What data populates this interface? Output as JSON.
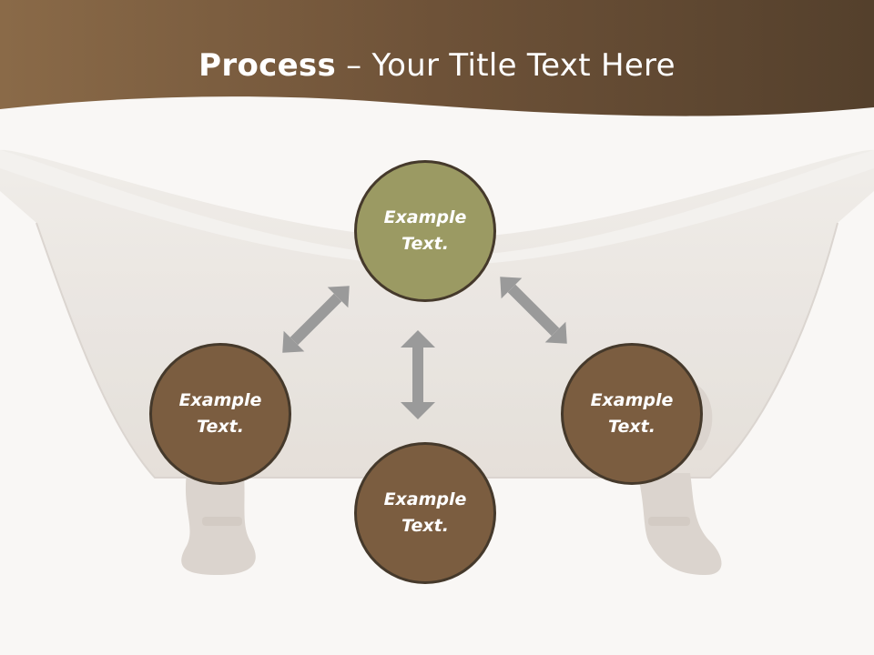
{
  "title": {
    "bold": "Process",
    "rest": " – Your Title Text Here"
  },
  "nodes": [
    {
      "line1": "Example",
      "line2": "Text."
    },
    {
      "line1": "Example",
      "line2": "Text."
    },
    {
      "line1": "Example",
      "line2": "Text."
    },
    {
      "line1": "Example",
      "line2": "Text."
    }
  ],
  "colors": {
    "header_brown": "#6e5238",
    "top_node": "#9b9a63",
    "brown_node": "#7b5d40",
    "arrow_gray": "#9a9a9a"
  }
}
